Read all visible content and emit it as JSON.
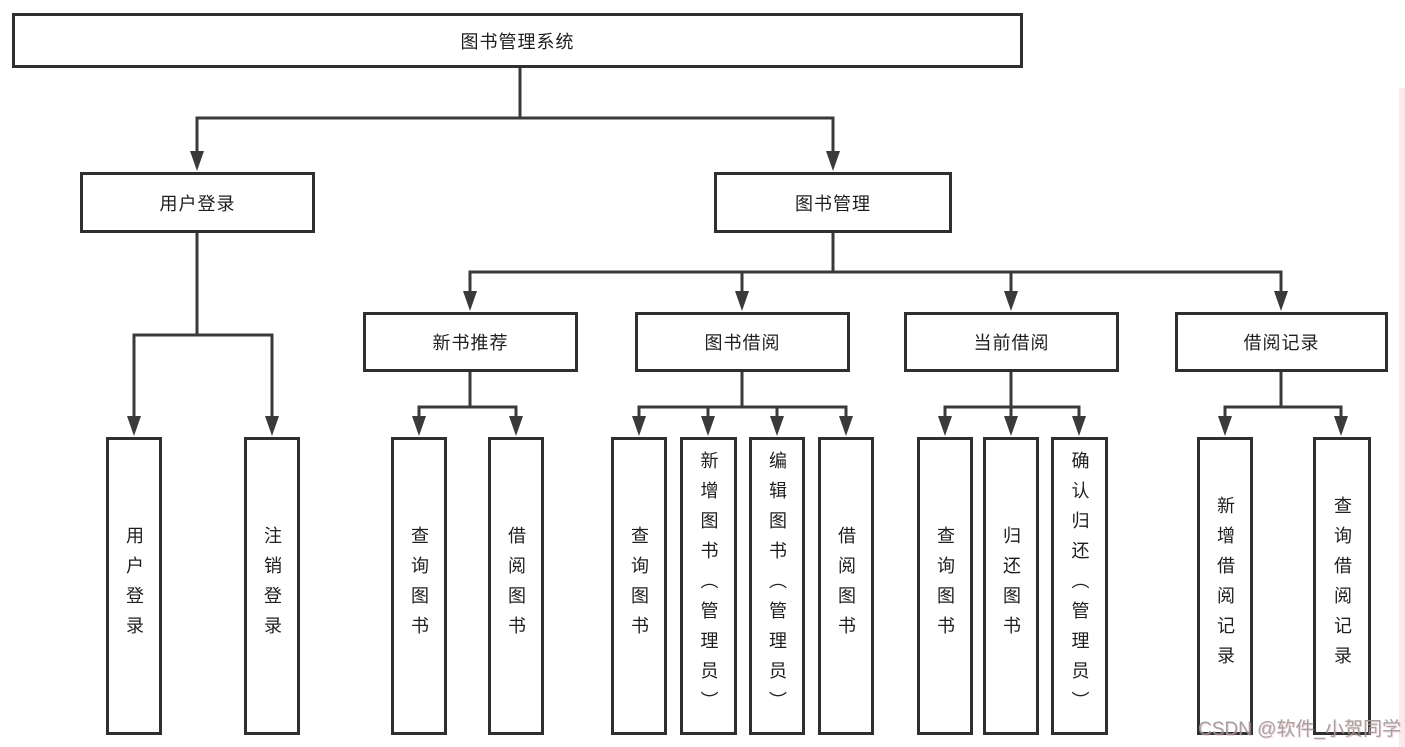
{
  "diagram": {
    "root": {
      "label": "图书管理系统"
    },
    "level1": [
      {
        "label": "用户登录"
      },
      {
        "label": "图书管理"
      }
    ],
    "level2": [
      {
        "label": "新书推荐"
      },
      {
        "label": "图书借阅"
      },
      {
        "label": "当前借阅"
      },
      {
        "label": "借阅记录"
      }
    ],
    "leaves": {
      "user_login": [
        {
          "label": "用户登录"
        },
        {
          "label": "注销登录"
        }
      ],
      "new_book_recommend": [
        {
          "label": "查询图书"
        },
        {
          "label": "借阅图书"
        }
      ],
      "book_borrow": [
        {
          "label": "查询图书"
        },
        {
          "label": "新增图书（管理员）"
        },
        {
          "label": "编辑图书（管理员）"
        },
        {
          "label": "借阅图书"
        }
      ],
      "current_borrow": [
        {
          "label": "查询图书"
        },
        {
          "label": "归还图书"
        },
        {
          "label": "确认归还（管理员）"
        }
      ],
      "borrow_record": [
        {
          "label": "新增借阅记录"
        },
        {
          "label": "查询借阅记录"
        }
      ]
    },
    "colors": {
      "line": "#3a3a3a",
      "box_border": "#2f2f2f",
      "text": "#1e1e1e"
    }
  },
  "watermark": {
    "text": "CSDN @软件_小贺同学",
    "color": "#9a9a9a",
    "accent": "#ec929e"
  }
}
